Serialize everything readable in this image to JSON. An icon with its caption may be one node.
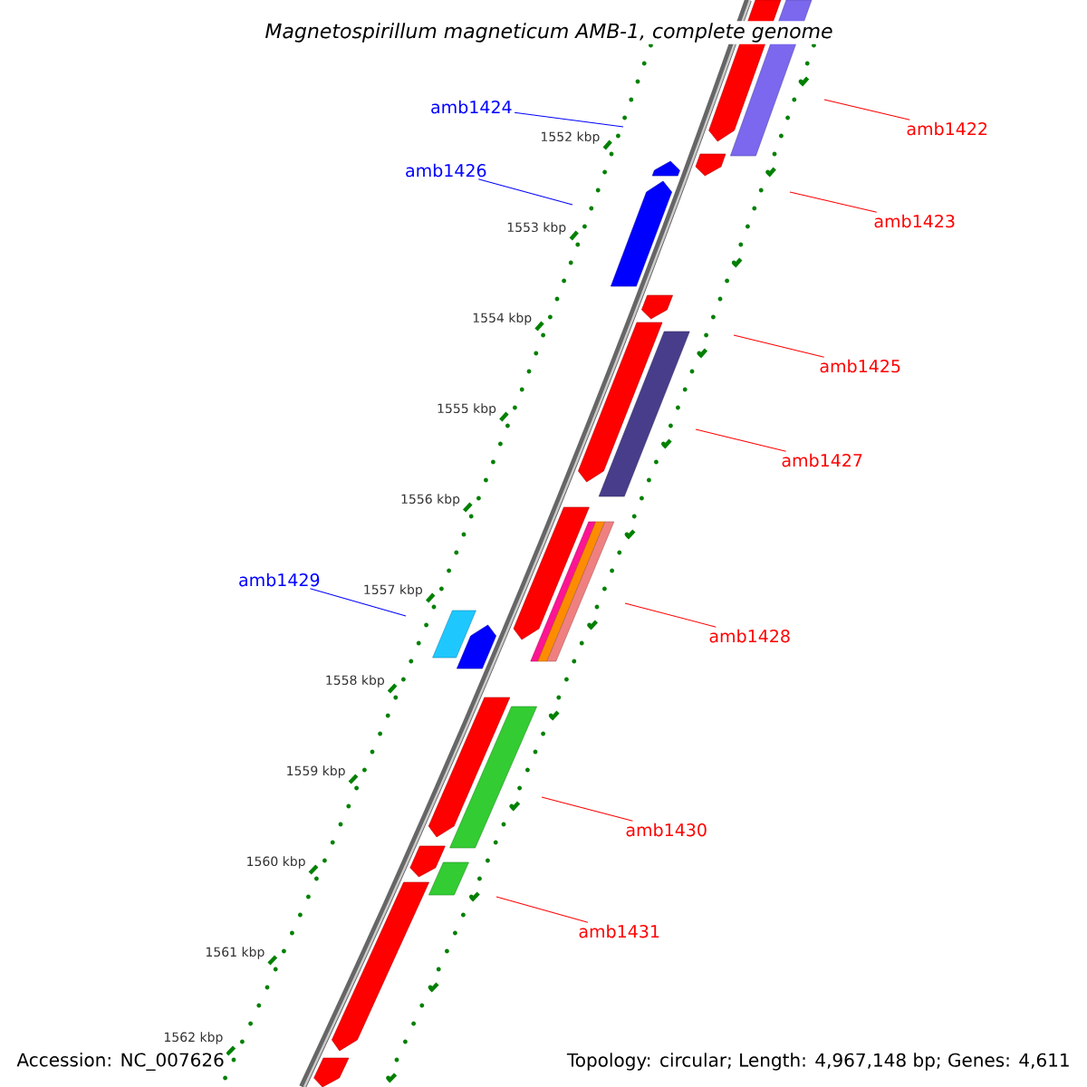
{
  "diagram": {
    "title": "Magnetospirillum magneticum AMB-1, complete genome",
    "nodes": [
      {
        "text": [
          "amb1424"
        ]
      },
      {
        "text": [
          "amb1422"
        ]
      },
      {
        "text": [
          "amb1426"
        ]
      },
      {
        "text": [
          "amb1423"
        ]
      },
      {
        "text": [
          "amb1425"
        ]
      },
      {
        "text": [
          "amb1427"
        ]
      },
      {
        "text": [
          "amb1429"
        ]
      },
      {
        "text": [
          "amb1428"
        ]
      },
      {
        "text": [
          "amb1430"
        ]
      },
      {
        "text": [
          "amb1431"
        ]
      }
    ],
    "edges": [
      {
        "from": 0,
        "to": null,
        "arrow": "none",
        "color": "#0000ff"
      },
      {
        "from": 1,
        "to": null,
        "arrow": "none"
      },
      {
        "from": 2,
        "to": null,
        "arrow": "none",
        "color": "#0000ff"
      },
      {
        "from": 3,
        "to": null,
        "arrow": "none"
      },
      {
        "from": 4,
        "to": null,
        "arrow": "none"
      },
      {
        "from": 5,
        "to": null,
        "arrow": "none"
      },
      {
        "from": 6,
        "to": null,
        "arrow": "none",
        "color": "#0000ff"
      },
      {
        "from": 7,
        "to": null,
        "arrow": "none"
      },
      {
        "from": 8,
        "to": null,
        "arrow": "none"
      },
      {
        "from": 9,
        "to": null,
        "arrow": "none"
      }
    ],
    "labels": [
      "1552 kbp",
      "1553 kbp",
      "1554 kbp",
      "1555 kbp",
      "1556 kbp",
      "1557 kbp",
      "1558 kbp",
      "1559 kbp",
      "1560 kbp",
      "1561 kbp",
      "1562 kbp",
      "Accession: NC_007626",
      "Topology: circular; Length: 4,967,148 bp; Genes: 4,611"
    ]
  }
}
